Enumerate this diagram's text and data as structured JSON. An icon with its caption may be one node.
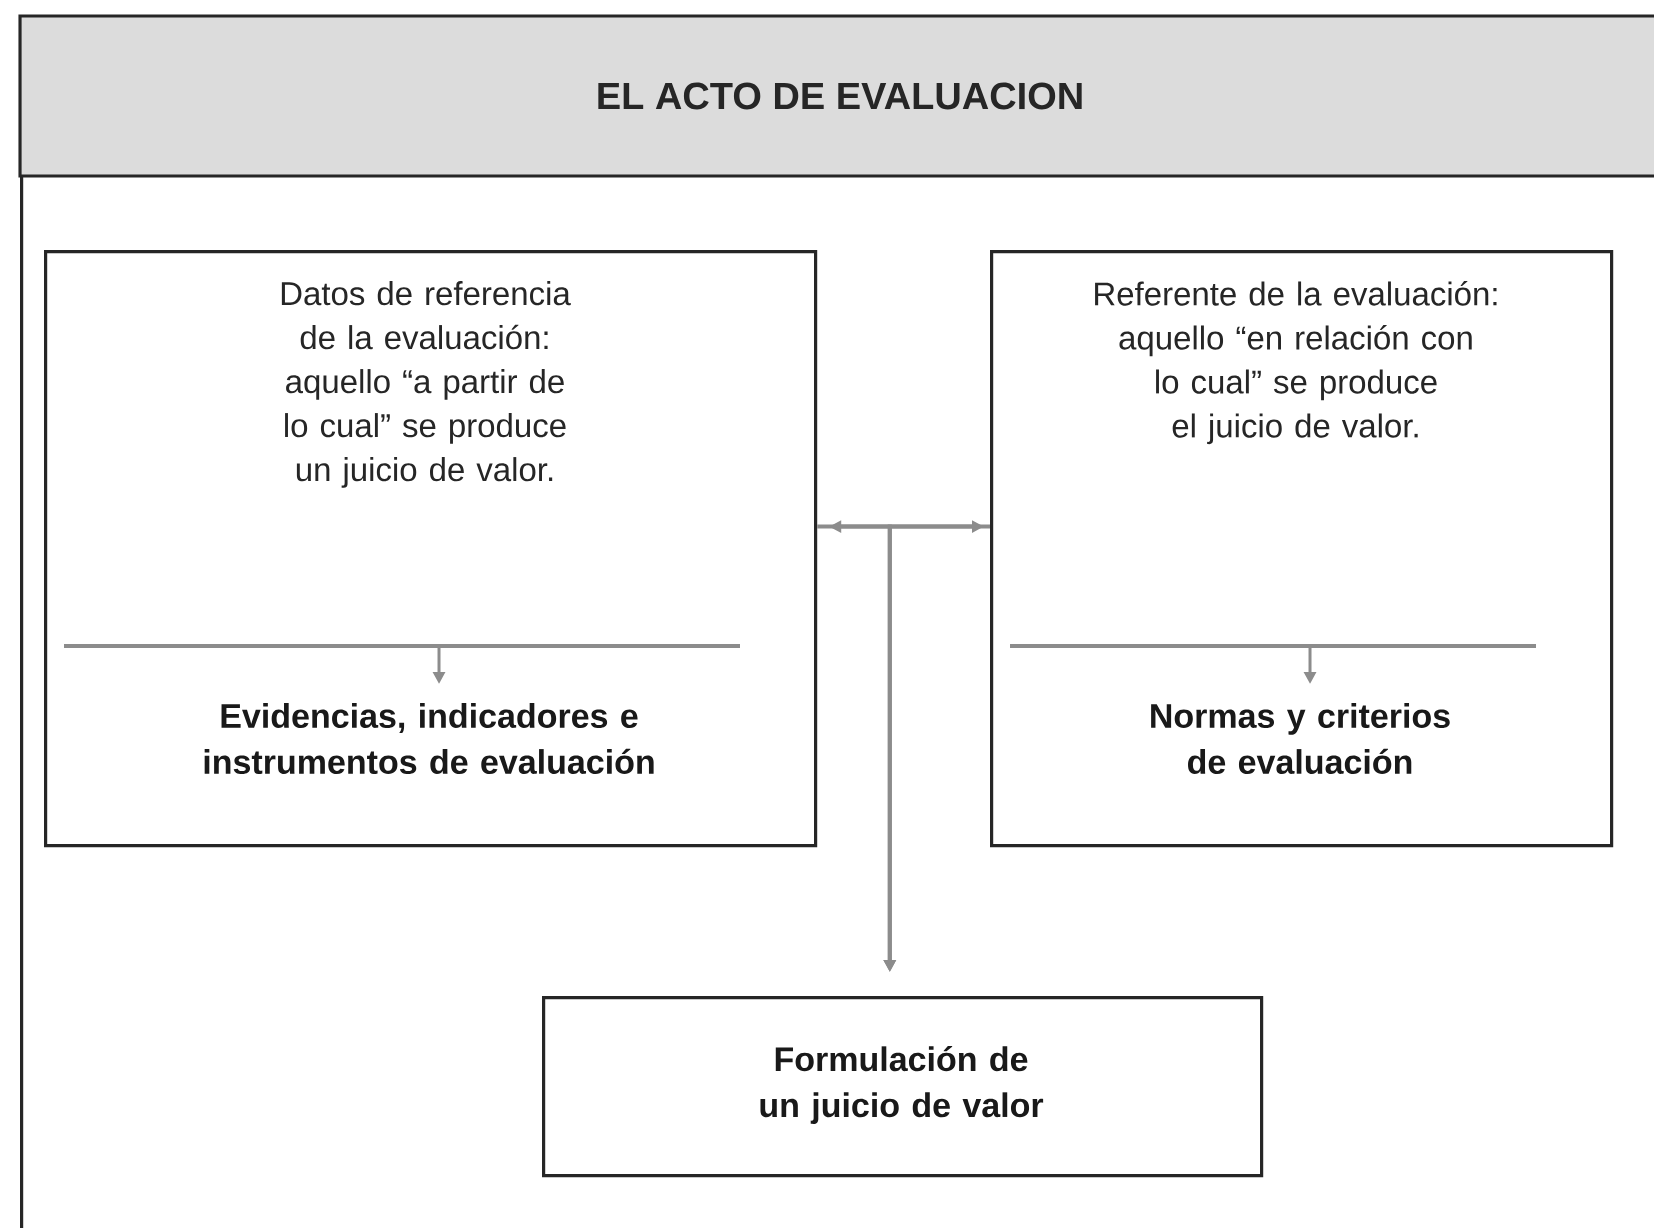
{
  "diagram": {
    "nodes": [
      {
        "text": [
          "EL ACTO DE EVALUACION"
        ]
      },
      {
        "text": [
          "Datos de referencia de la evaluación: aquello “a partir de lo cual” se produce un juicio de valor.",
          "Evidencias, indicadores e instrumentos de evaluación"
        ],
        "in": 0
      },
      {
        "text": [
          "Referente de la evaluación: aquello “en relación con lo cual” se produce el juicio de valor.",
          "Normas y criterios de evaluación"
        ],
        "in": 0
      },
      {
        "text": [
          "Formulación de un juicio de valor"
        ],
        "in": 0
      }
    ],
    "edges": [
      {
        "from": 1,
        "to": 2,
        "arrow": "both"
      },
      {
        "from": 1,
        "to": 3,
        "arrow": "to"
      },
      {
        "from": 2,
        "to": 3,
        "arrow": "to"
      }
    ]
  }
}
